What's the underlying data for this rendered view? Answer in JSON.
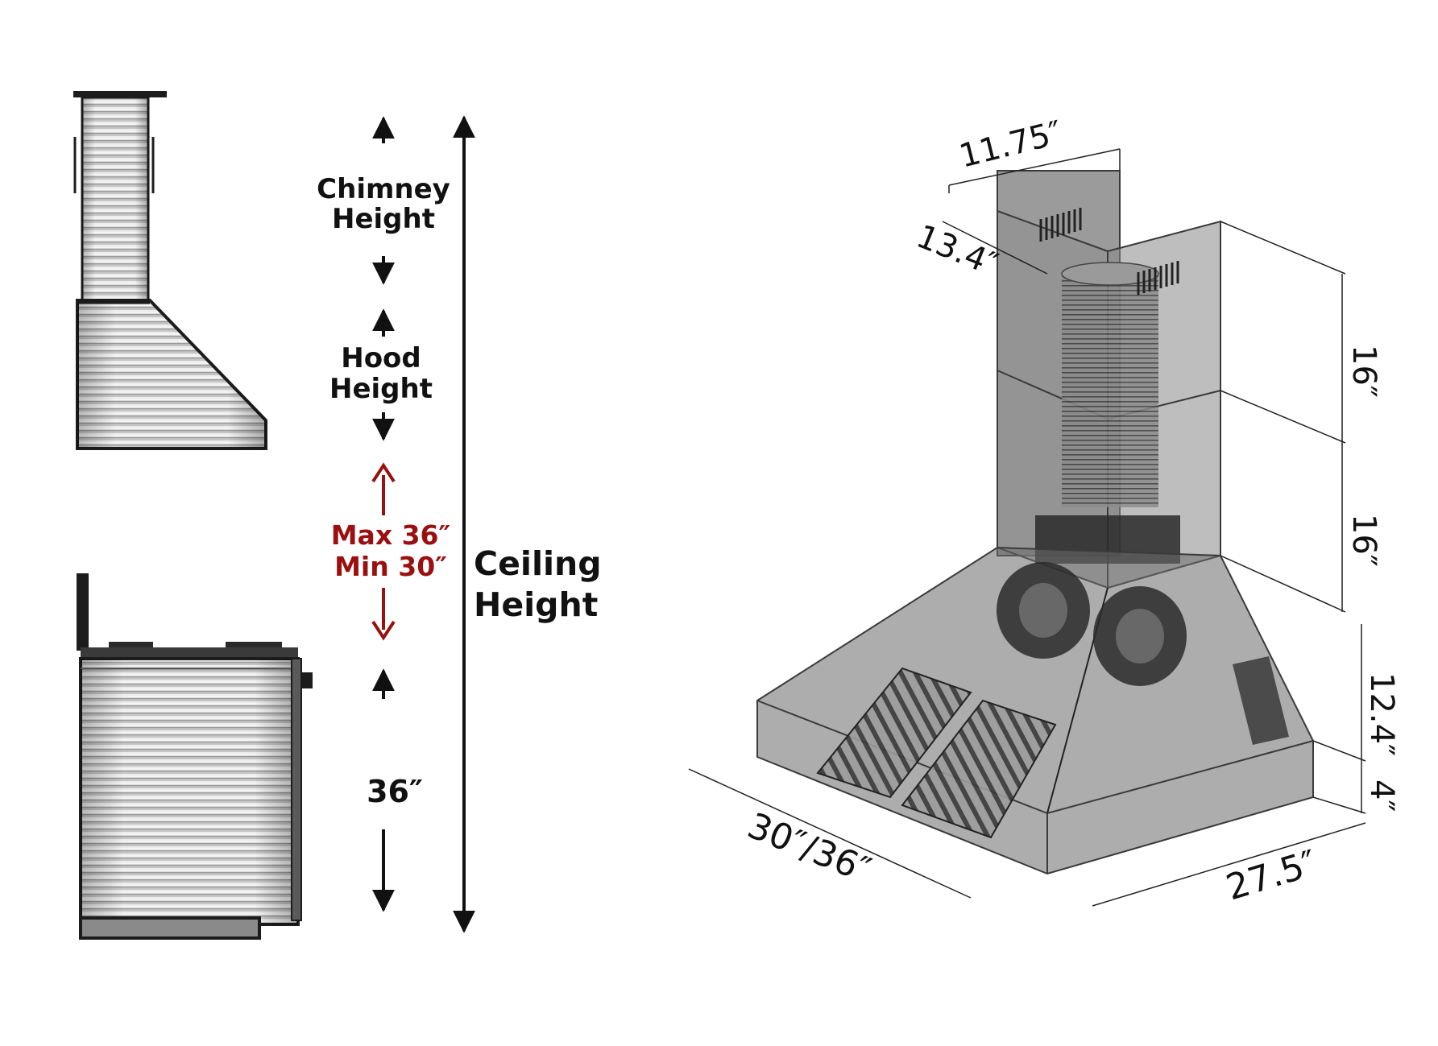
{
  "left_diagram": {
    "chimney_label": [
      "Chimney",
      "Height"
    ],
    "hood_label": [
      "Hood",
      "Height"
    ],
    "clearance_label": [
      "Max 36″",
      "Min 30″"
    ],
    "counter_label": "36″",
    "ceiling_label": [
      "Ceiling",
      "Height"
    ]
  },
  "right_diagram": {
    "dims": {
      "chimney_width": "11.75″",
      "chimney_depth": "13.4″",
      "upper_chimney": "16″",
      "lower_chimney": "16″",
      "hood_slope": "12.4″",
      "hood_rim": "4″",
      "width": "30″/36″",
      "depth": "27.5″"
    }
  },
  "colors": {
    "clearance_red": "#9a1010",
    "steel_light": "#e4e4e4",
    "steel_dark": "#6f6f6f",
    "glass": "#6a6a6a"
  }
}
